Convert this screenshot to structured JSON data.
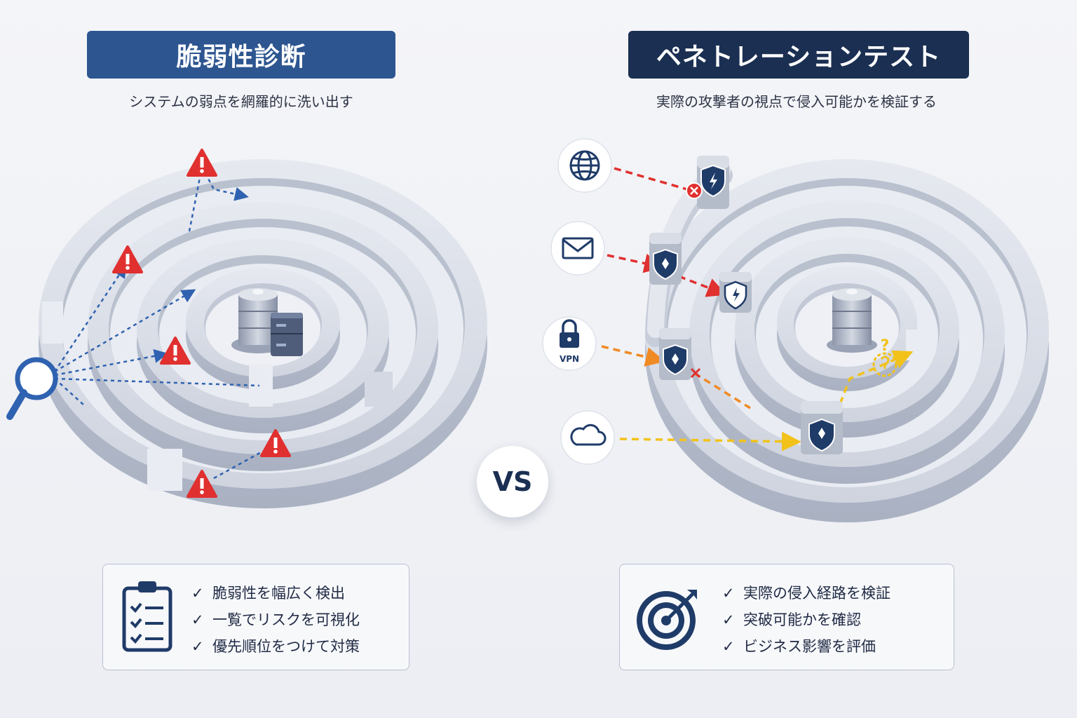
{
  "left": {
    "title": "脆弱性診断",
    "subtitle": "システムの弱点を網羅的に洗い出す",
    "items": [
      "脆弱性を幅広く検出",
      "一覧でリスクを可視化",
      "優先順位をつけて対策"
    ],
    "icons": [
      "magnifier-icon",
      "warning-icon",
      "database-icon",
      "server-icon",
      "clipboard-checklist-icon"
    ]
  },
  "right": {
    "title": "ペネトレーションテスト",
    "subtitle": "実際の攻撃者の視点で侵入可能かを検証する",
    "items": [
      "実際の侵入経路を検証",
      "突破可能かを確認",
      "ビジネス影響を評価"
    ],
    "entry_points": [
      {
        "icon": "globe-icon",
        "label": ""
      },
      {
        "icon": "mail-icon",
        "label": ""
      },
      {
        "icon": "lock-icon",
        "label": "VPN"
      },
      {
        "icon": "cloud-icon",
        "label": ""
      }
    ],
    "icons": [
      "shield-icon",
      "blocked-x-icon",
      "question-icon",
      "target-icon"
    ]
  },
  "vs": "VS",
  "colors": {
    "left_title_bg": "#2d5590",
    "right_title_bg": "#1b2f52",
    "warning": "#e0302f",
    "path_blue": "#2f62b0",
    "path_red": "#e0302f",
    "path_orange": "#f08a24",
    "path_yellow": "#f2c21b"
  }
}
